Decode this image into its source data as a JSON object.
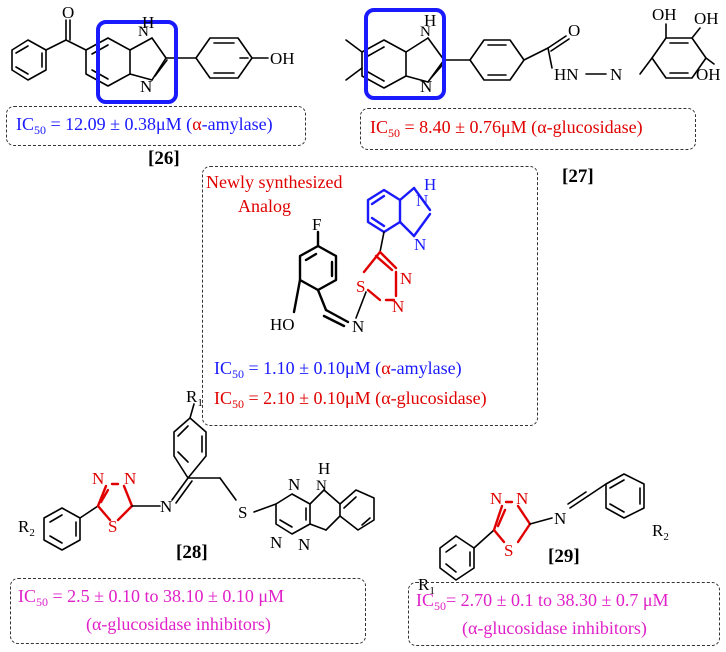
{
  "compounds": [
    {
      "id": "[26]",
      "ic50": [
        {
          "prefix": "IC",
          "sub": "50",
          "text": " = 12.09 ± 0.38μM (",
          "alpha": "α",
          "target": "-amylase)"
        }
      ]
    },
    {
      "id": "[27]",
      "ic50": [
        {
          "prefix": "IC",
          "sub": "50",
          "text": " = 8.40 ± 0.76μM (",
          "alpha": "α",
          "target": "-glucosidase)"
        }
      ]
    },
    {
      "id": "[28]",
      "ic50": [
        {
          "prefix": "IC",
          "sub": "50",
          "text": " = 2.5 ± 0.10 to 38.10 ± 0.10 μM",
          "line2": "(α-glucosidase inhibitors)"
        }
      ]
    },
    {
      "id": "[29]",
      "ic50": [
        {
          "prefix": "IC",
          "sub": "50",
          "text": "= 2.70 ± 0.1 to 38.30 ± 0.7 μM",
          "line2": "(α-glucosidase inhibitors)"
        }
      ]
    }
  ],
  "analog": {
    "title_line1": "Newly synthesized",
    "title_line2": "Analog",
    "ic50_amylase": {
      "prefix": "IC",
      "sub": "50",
      "text": " = 1.10 ± 0.10μM (",
      "alpha": "α",
      "target": "-amylase)"
    },
    "ic50_glucosidase": {
      "prefix": "IC",
      "sub": "50",
      "text": " = 2.10 ± 0.10μM (",
      "alpha": "α",
      "target": "-glucosidase)"
    }
  },
  "atom_labels": {
    "O": "O",
    "OH": "OH",
    "NH": "H",
    "N": "N",
    "HN": "HN",
    "HO": "HO",
    "F": "F",
    "S": "S",
    "R1": "R",
    "R1_sub": "1",
    "R2": "R",
    "R2_sub": "2"
  },
  "colors": {
    "blue": "#1a1aff",
    "red": "#e00000",
    "magenta": "#e020c8",
    "black": "#000000"
  }
}
